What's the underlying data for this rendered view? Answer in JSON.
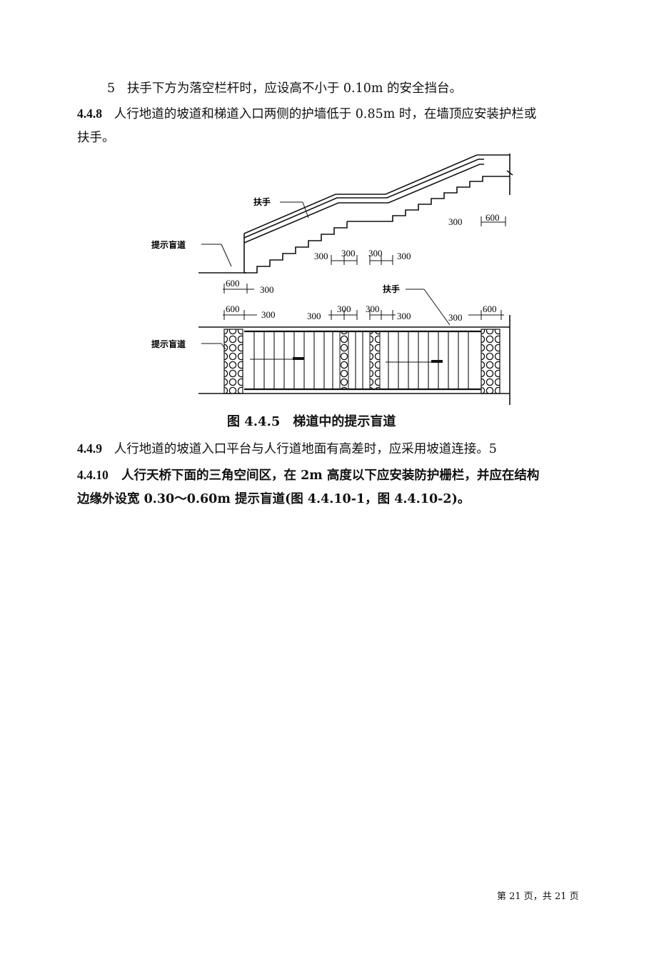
{
  "para_5": {
    "num": "5",
    "text": "扶手下方为落空栏杆时，应设高不小于 0.10m 的安全挡台。"
  },
  "clause_448": {
    "num": "4.4.8",
    "line1": "人行地道的坡道和梯道入口两侧的护墙低于 0.85m 时，在墙顶应安装护栏或",
    "line2": "扶手。"
  },
  "figure": {
    "labels": {
      "handrail_top": "扶手",
      "tactile_top": "提示盲道",
      "handrail_plan": "扶手",
      "tactile_plan": "提示盲道"
    },
    "dims": {
      "top_right_300": "300",
      "top_right_600": "600",
      "mid_300_a": "300",
      "mid_300_b": "300",
      "mid_300_c": "300",
      "mid_300_d": "300",
      "base_600": "600",
      "base_300": "300",
      "plan_600_left": "600",
      "plan_300_left": "300",
      "plan_300_a": "300",
      "plan_300_b": "300",
      "plan_300_c": "300",
      "plan_300_d": "300",
      "plan_300_right": "300",
      "plan_600_right": "600"
    },
    "caption": "图 4.4.5　梯道中的提示盲道"
  },
  "clause_449": {
    "num": "4.4.9",
    "text": "人行地道的坡道入口平台与人行道地面有高差时，应采用坡道连接。5"
  },
  "clause_4410": {
    "num": "4.4.10",
    "line1": "人行天桥下面的三角空间区，在 2m 高度以下应安装防护栅栏，并应在结构",
    "line2": "边缘外设宽 0.30～0.60m 提示盲道(图 4.4.10-1，图 4.4.10-2)。"
  },
  "footer": "第 21 页，共 21 页"
}
